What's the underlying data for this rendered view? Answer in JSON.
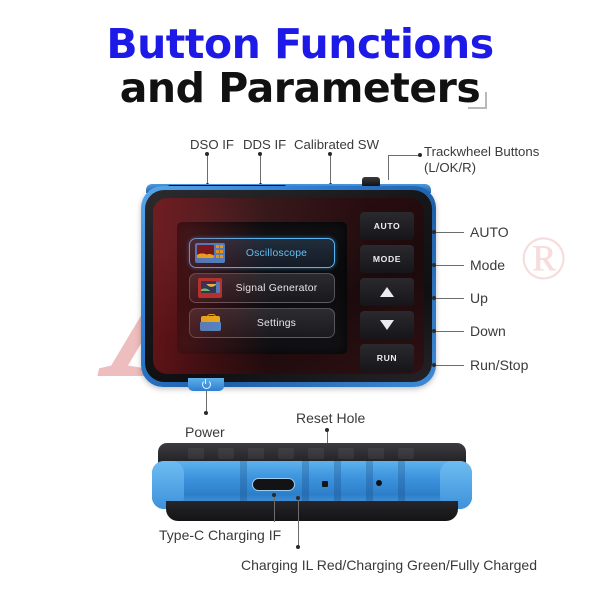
{
  "title": {
    "line1": "Button Functions",
    "line2": "and Parameters",
    "line1_color": "#1d1ae8",
    "line2_color": "#111111"
  },
  "top_callouts": [
    {
      "label": "DSO IF"
    },
    {
      "label": "DDS IF"
    },
    {
      "label": "Calibrated SW"
    },
    {
      "label_line1": "Trackwheel Buttons",
      "label_line2": "(L/OK/R)"
    }
  ],
  "device_screen": {
    "menu_items": [
      {
        "label": "Oscilloscope",
        "icon": "oscilloscope-icon",
        "selected": true
      },
      {
        "label": "Signal Generator",
        "icon": "signal-generator-icon",
        "selected": false
      },
      {
        "label": "Settings",
        "icon": "toolbox-icon",
        "selected": false
      }
    ],
    "selected_color": "#63c0f5"
  },
  "device_buttons": [
    {
      "face": "AUTO",
      "callout": "AUTO",
      "type": "text"
    },
    {
      "face": "MODE",
      "callout": "Mode",
      "type": "text"
    },
    {
      "face": "",
      "callout": "Up",
      "type": "triangle-up"
    },
    {
      "face": "",
      "callout": "Down",
      "type": "triangle-down"
    },
    {
      "face": "RUN",
      "callout": "Run/Stop",
      "type": "text"
    }
  ],
  "bottom_callouts": {
    "power": "Power",
    "reset_hole": "Reset Hole",
    "type_c": "Type-C Charging IF",
    "charging_led": "Charging IL Red/Charging Green/Fully Charged"
  },
  "watermark": {
    "mark": "A",
    "registered": "®",
    "color": "#c82428"
  }
}
